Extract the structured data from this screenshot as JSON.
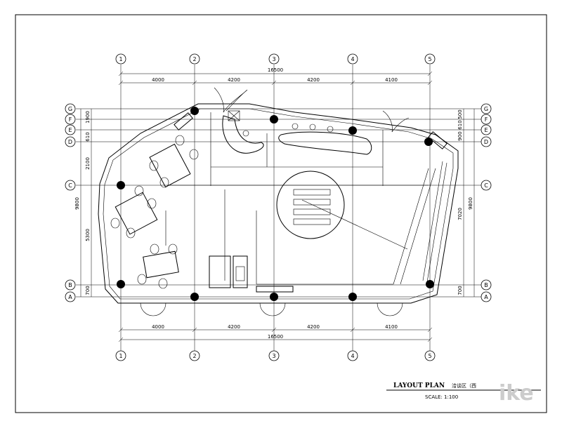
{
  "grid": {
    "columns": [
      "1",
      "2",
      "3",
      "4",
      "5"
    ],
    "rows": [
      "G",
      "F",
      "E",
      "D",
      "C",
      "B",
      "A"
    ]
  },
  "dimensions": {
    "top_segments": [
      "4000",
      "4200",
      "4200",
      "4100"
    ],
    "top_total": "16500",
    "bottom_segments": [
      "4000",
      "4200",
      "4200",
      "4100"
    ],
    "bottom_total": "16500",
    "left_segments": [
      "610",
      "1900",
      "2100",
      "5300",
      "700"
    ],
    "left_total": "9800",
    "right_segments": [
      "500",
      "610",
      "900",
      "7020",
      "700"
    ],
    "right_total": "9800"
  },
  "footer": {
    "title": "LAYOUT PLAN",
    "subtitle": "洽谈区（西",
    "scale": "SCALE: 1:100"
  },
  "watermark": "ike"
}
